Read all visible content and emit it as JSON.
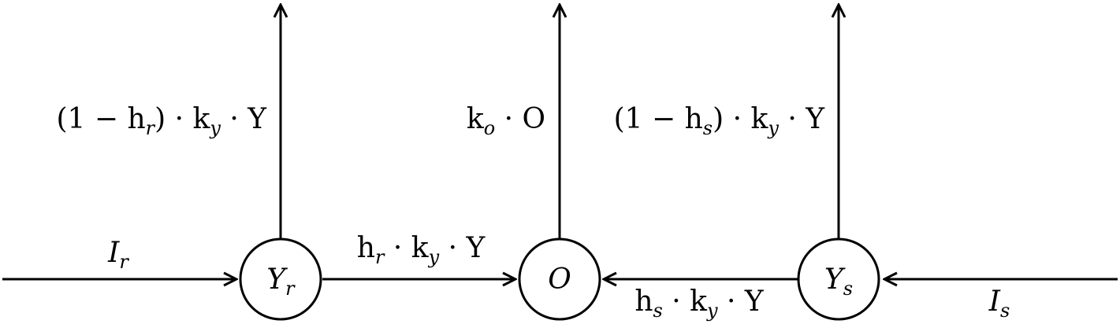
{
  "nodes": {
    "yr": {
      "main": "Y",
      "sub": "r"
    },
    "o": {
      "main": "O"
    },
    "ys": {
      "main": "Y",
      "sub": "s"
    }
  },
  "labels": {
    "ir": {
      "main": "I",
      "sub": "r"
    },
    "is": {
      "main": "I",
      "sub": "s"
    },
    "yr_up": {
      "p1": "(1 − h",
      "sub": "r",
      "p2": ") · k",
      "sub2": "y",
      "p3": " · Y"
    },
    "o_up": {
      "p1": "k",
      "sub": "o",
      "p2": " · O"
    },
    "ys_up": {
      "p1": "(1 − h",
      "sub": "s",
      "p2": ") · k",
      "sub2": "y",
      "p3": " · Y"
    },
    "yr_to_o": {
      "p1": "h",
      "sub": "r",
      "p2": " · k",
      "sub2": "y",
      "p3": " · Y"
    },
    "ys_to_o": {
      "p1": "h",
      "sub": "s",
      "p2": " · k",
      "sub2": "y",
      "p3": " · Y"
    }
  },
  "colors": {
    "stroke": "#000000",
    "background": "#ffffff"
  }
}
